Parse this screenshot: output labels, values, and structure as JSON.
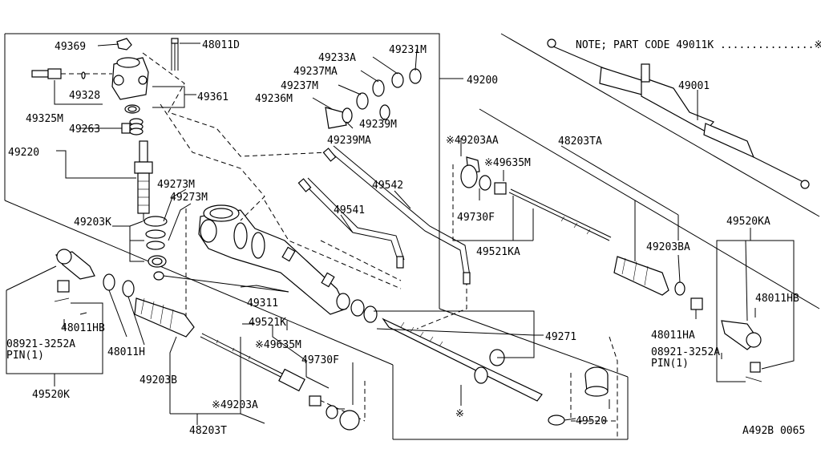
{
  "note": "NOTE; PART CODE 49011K ...............※",
  "diagram_code": "A492B 0065",
  "labels": {
    "p49369": "49369",
    "p48011D": "48011D",
    "p49233A": "49233A",
    "p49231M": "49231M",
    "p49237MA": "49237MA",
    "p49200": "49200",
    "p49237M": "49237M",
    "p49236M": "49236M",
    "p49328": "49328",
    "p49361": "49361",
    "p49325M": "49325M",
    "p49263": "49263",
    "p49239M": "49239M",
    "p49239MA": "49239MA",
    "p49220": "49220",
    "p49273M_a": "49273M",
    "p49273M_b": "49273M",
    "p49203K": "49203K",
    "p49541": "49541",
    "p49542": "49542",
    "p49311": "49311",
    "p49521K": "49521K",
    "p49635M_left": "※49635M",
    "p49730F_left": "49730F",
    "p48011HB_left": "48011HB",
    "p08921_left": "08921-3252A",
    "pin_left": "PIN(1)",
    "p48011H": "48011H",
    "p49520K": "49520K",
    "p49203B": "49203B",
    "p49203A": "※49203A",
    "p48203T": "48203T",
    "p49271": "49271",
    "p49520": "49520",
    "p49203AA": "※49203AA",
    "p48203TA": "48203TA",
    "p49635M_right": "※49635M",
    "p49730F_right": "49730F",
    "p49521KA": "49521KA",
    "p49203BA": "49203BA",
    "p49001": "49001",
    "p49520KA": "49520KA",
    "p48011HB_right": "48011HB",
    "p48011HA": "48011HA",
    "p08921_right": "08921-3252A",
    "pin_right": "PIN(1)",
    "asterisk": "※"
  }
}
